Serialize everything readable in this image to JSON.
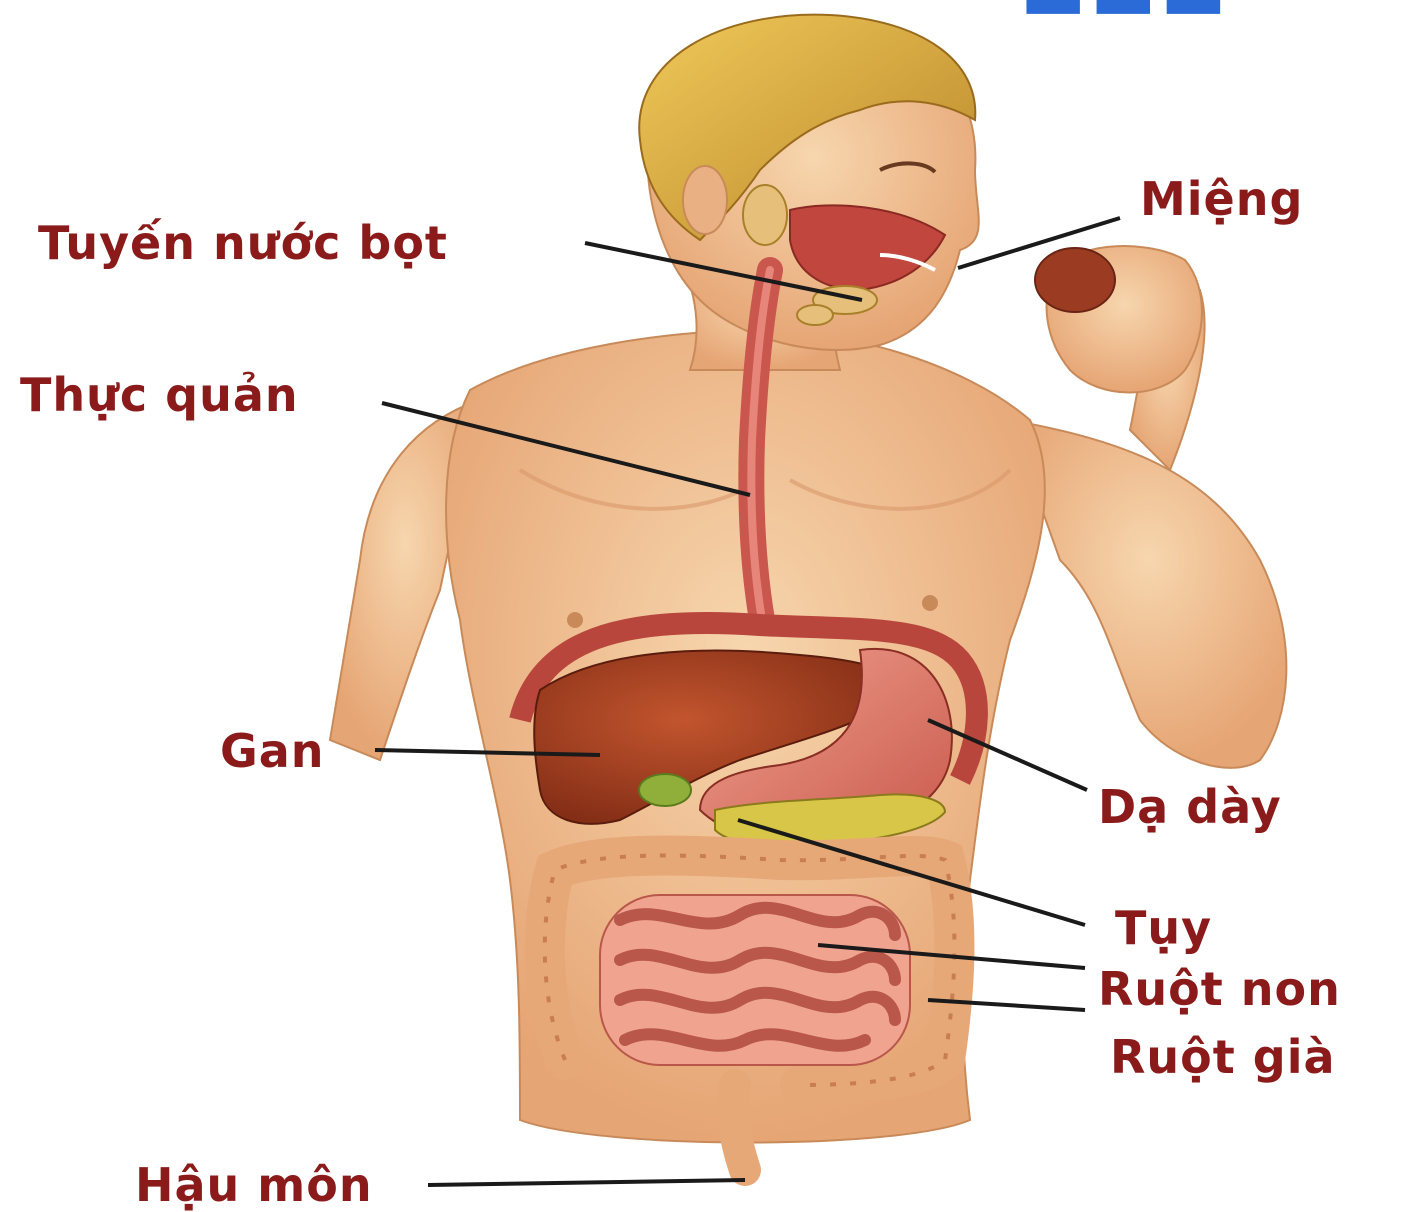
{
  "colors": {
    "label": "#8b1a1a",
    "leader": "#1a1a1a",
    "skin": "#f2c79a",
    "skin_shade": "#e0a06e",
    "hair": "#d9a93a",
    "liver": "#9c3a1e",
    "stomach": "#d9776a",
    "intestine": "#e9967e",
    "colon": "#e7a878",
    "pancreas": "#d8c648",
    "gallbladder": "#8fae3a",
    "esophagus": "#c9574e",
    "title_fragment": "#2a6bd8"
  },
  "labels": {
    "mouth": "Miệng",
    "salivary_glands": "Tuyến nước bọt",
    "esophagus": "Thực quản",
    "liver": "Gan",
    "stomach": "Dạ dày",
    "pancreas": "Tụy",
    "small_intestine": "Ruột non",
    "large_intestine": "Ruột già",
    "anus": "Hậu môn"
  },
  "figure_icon": "human-torso-digestive-anatomy"
}
